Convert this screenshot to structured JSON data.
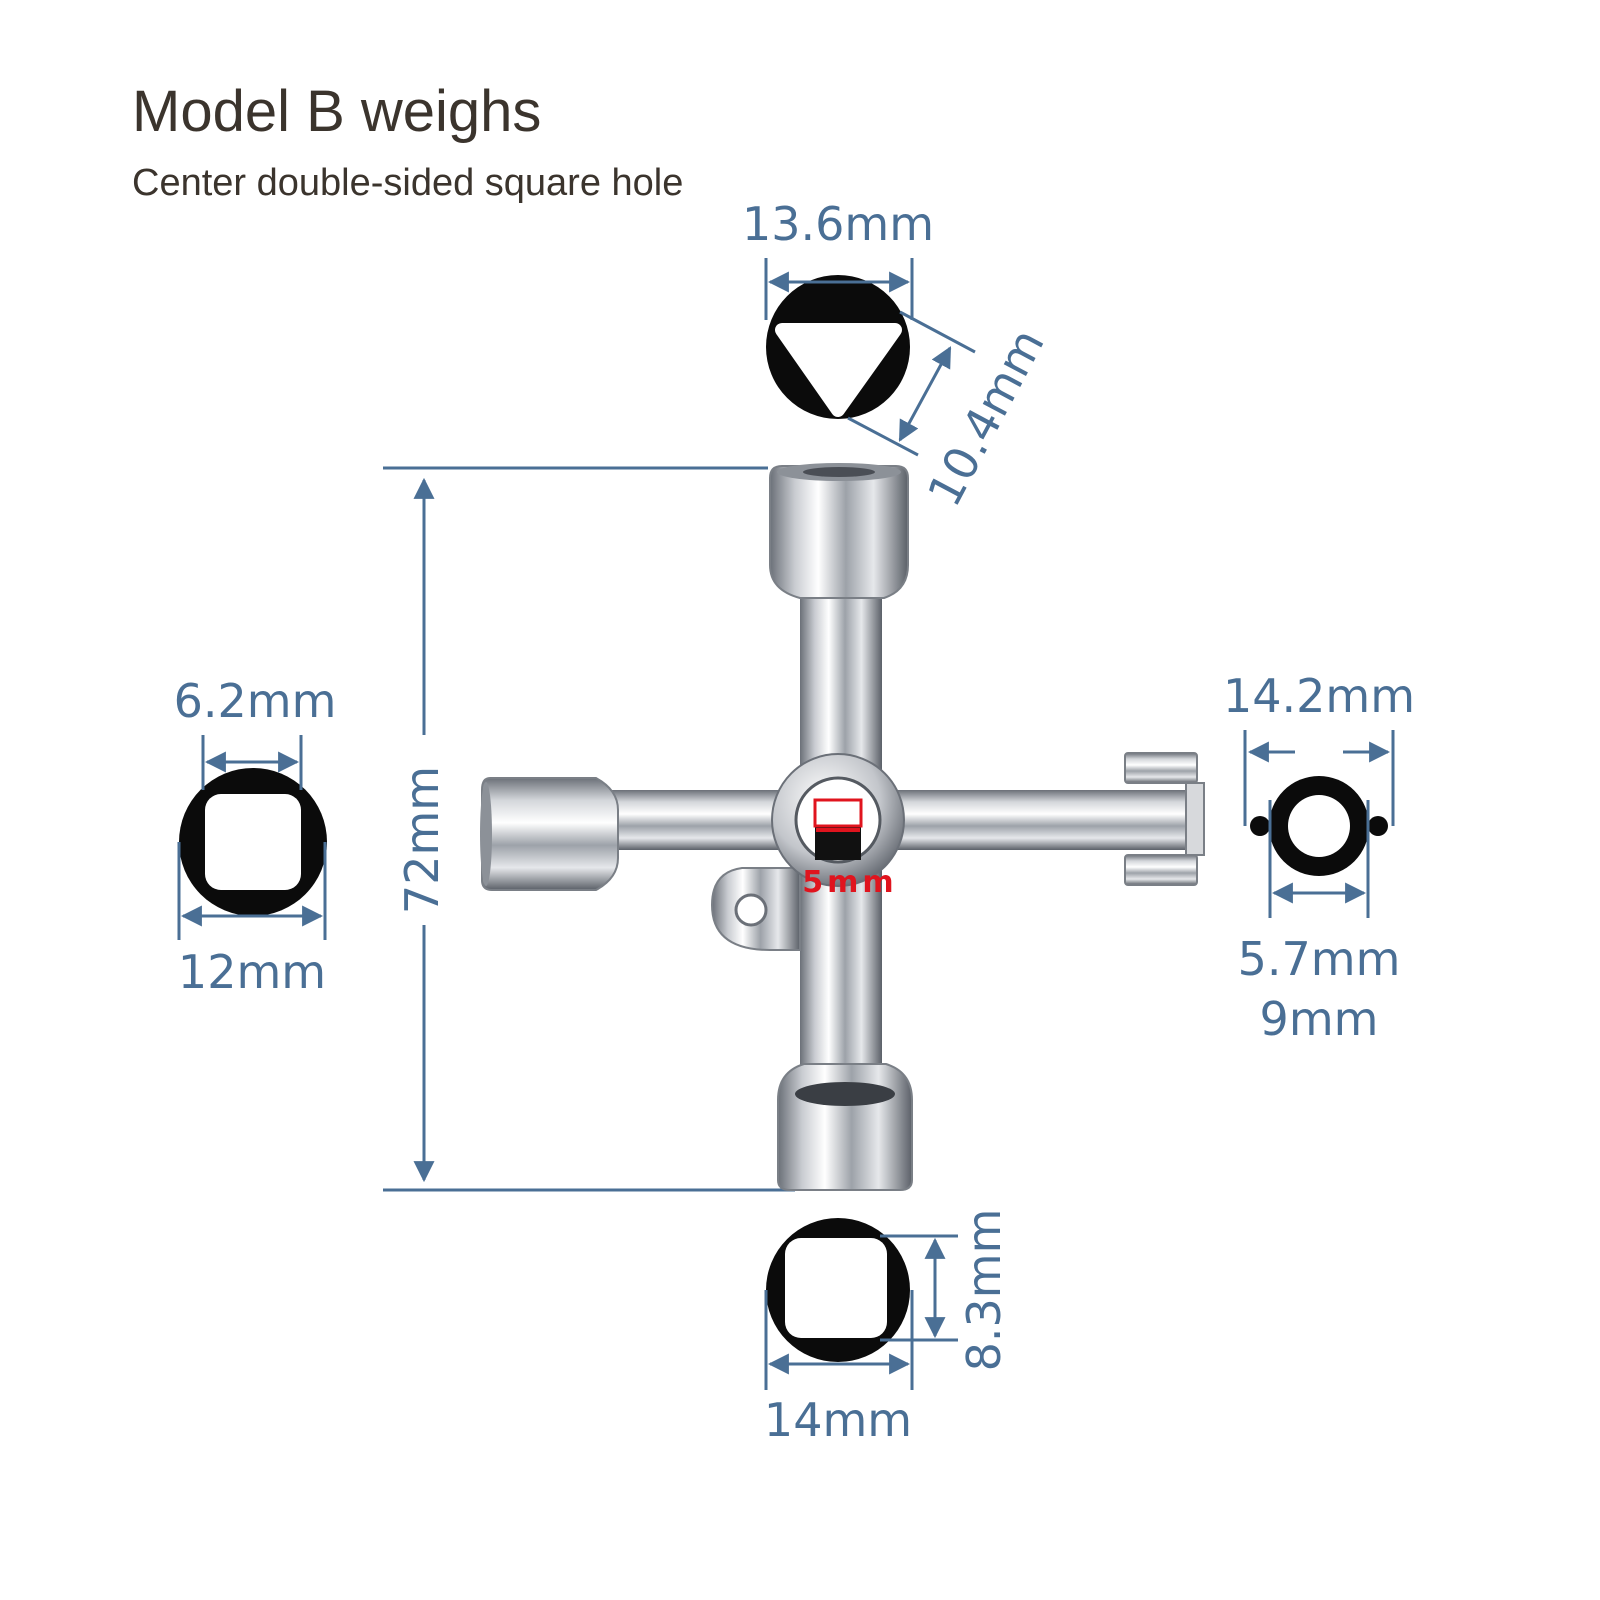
{
  "header": {
    "title": "Model B weighs",
    "subtitle": "Center double-sided square hole"
  },
  "dimensions": {
    "triangle_width": "13.6mm",
    "triangle_side": "10.4mm",
    "overall_length": "72mm",
    "left_inner": "6.2mm",
    "left_outer": "12mm",
    "right_outer": "14.2mm",
    "right_inner": "5.7mm",
    "right_bottom": "9mm",
    "bottom_inner": "8.3mm",
    "bottom_outer": "14mm",
    "center_hole": "5mm"
  },
  "colors": {
    "dimension": "#4a6f95",
    "text": "#3b342d",
    "center_label": "#e0141e",
    "metal_light": "#f4f5f7",
    "metal_dark": "#5b6068"
  }
}
